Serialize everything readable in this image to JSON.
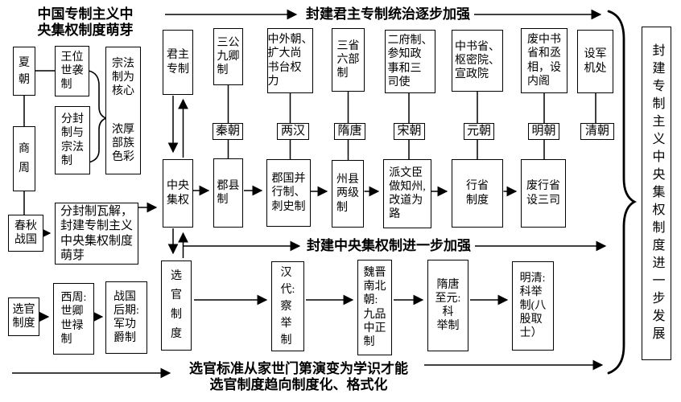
{
  "header": {
    "title": "中国专制主义中\n央集权制度萌芽",
    "top_flow_label": "封建君主专制统治逐步加强"
  },
  "origin_track": {
    "xia": "夏\n朝",
    "shang_zhou": "商\n周",
    "chunqiu_zhanguo": "春秋\n战国",
    "hereditary_kingship": "王位\n世袭\n制",
    "fenfeng_zongfa": "分封\n制与\n宗法\n制",
    "zongfa_core": "宗法\n制为\n核心",
    "clan_color": "浓厚\n部族\n色彩",
    "collapse_note": "分封制瓦解，\n封建专制主义\n中央集权制度\n萌芽"
  },
  "selection_origin": {
    "label": "选官\n制度",
    "xizhou": "西周:\n世卿\n世禄\n制",
    "zhanguo_late": "战国\n后期:\n军功\n爵制"
  },
  "spine": {
    "monarchy": "君主\n专制",
    "centralization": "中央\n集权",
    "selection": "选\n官\n制\n度"
  },
  "monarchy_row": {
    "items": [
      "三公\n九卿\n制",
      "中外朝、\n扩大尚\n书台权\n力",
      "三省\n六部\n制",
      "二府制、\n参知政\n事和三\n司使",
      "中书省、\n枢密院、\n宣政院",
      "废中书\n省和丞\n相，设\n内阁",
      "设军\n机处"
    ]
  },
  "dynasties": [
    "秦朝",
    "两汉",
    "隋唐",
    "宋朝",
    "元朝",
    "明朝",
    "清朝"
  ],
  "central_row": {
    "flow_label": "封建中央集权制进一步加强",
    "items": [
      "郡县\n制",
      "郡国并\n行制、\n刺史制",
      "州县\n两级\n制",
      "派文臣\n做知州,\n改道为\n路",
      "行省\n制度",
      "废行省\n设三司"
    ]
  },
  "selection_row": {
    "note": "选官标准从家世门第演变为学识才能\n选官制度趋向制度化、格式化",
    "items": [
      "汉\n代:\n察\n举\n制",
      "魏晋\n南北\n朝:\n九品\n中正\n制",
      "隋唐\n至元:\n科\n举制",
      "明清:\n科举\n制(八\n股取\n士）"
    ]
  },
  "conclusion": "封建专制主义中央集权制度进一步发展"
}
